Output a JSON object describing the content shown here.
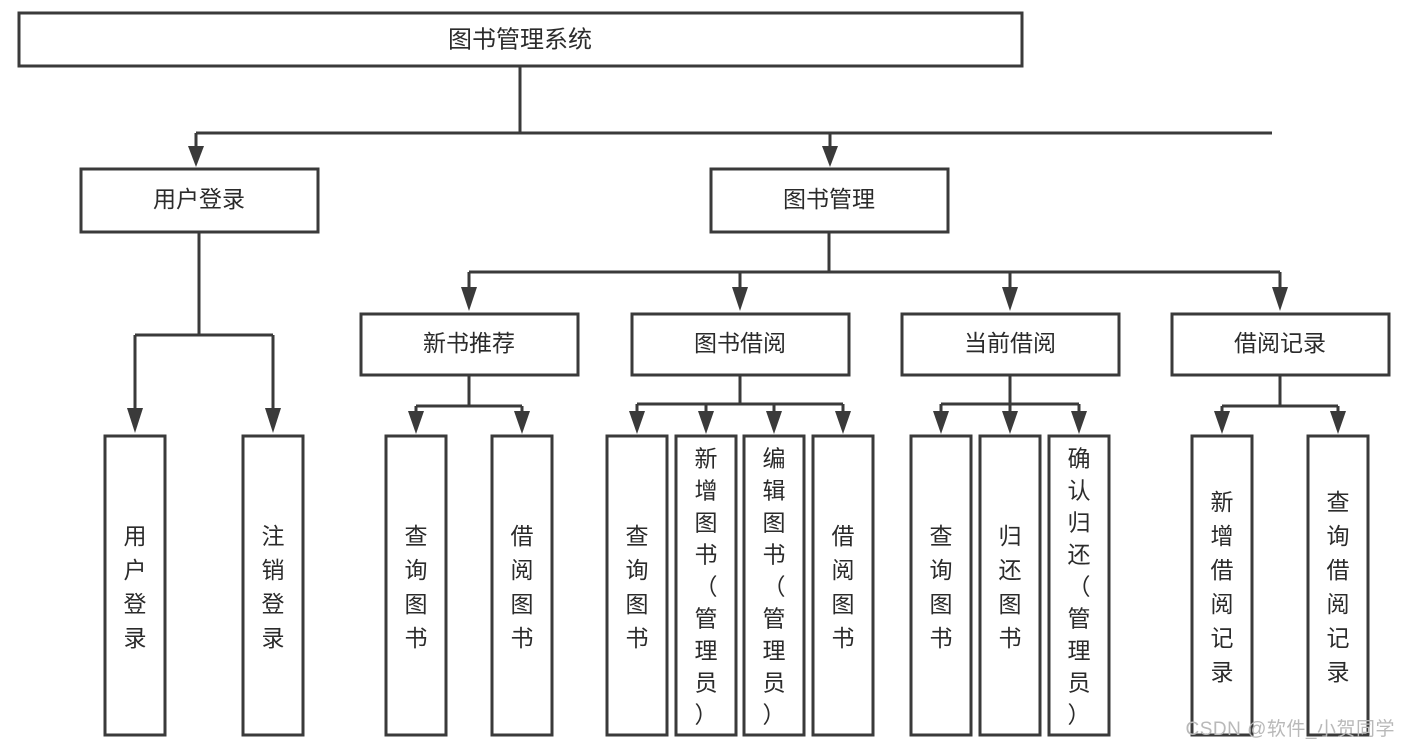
{
  "diagram": {
    "title": "图书管理系统",
    "watermark": "CSDN @软件_小贺同学",
    "colors": {
      "stroke": "#3a3a3a",
      "fill": "#ffffff",
      "text": "#2b2b2b",
      "watermark": "#b9b9b9",
      "background": "#ffffff"
    },
    "root": {
      "label": "图书管理系统"
    },
    "level2": [
      {
        "label": "用户登录"
      },
      {
        "label": "图书管理"
      }
    ],
    "level3": [
      {
        "label": "新书推荐"
      },
      {
        "label": "图书借阅"
      },
      {
        "label": "当前借阅"
      },
      {
        "label": "借阅记录"
      }
    ],
    "leaves": {
      "user_login": [
        {
          "label": "用户登录"
        },
        {
          "label": "注销登录"
        }
      ],
      "new_book_recommend": [
        {
          "label": "查询图书"
        },
        {
          "label": "借阅图书"
        }
      ],
      "book_borrow": [
        {
          "label": "查询图书"
        },
        {
          "label": "新增图书（管理员）"
        },
        {
          "label": "编辑图书（管理员）"
        },
        {
          "label": "借阅图书"
        }
      ],
      "current_borrow": [
        {
          "label": "查询图书"
        },
        {
          "label": "归还图书"
        },
        {
          "label": "确认归还（管理员）"
        }
      ],
      "borrow_record": [
        {
          "label": "新增借阅记录"
        },
        {
          "label": "查询借阅记录"
        }
      ]
    }
  }
}
